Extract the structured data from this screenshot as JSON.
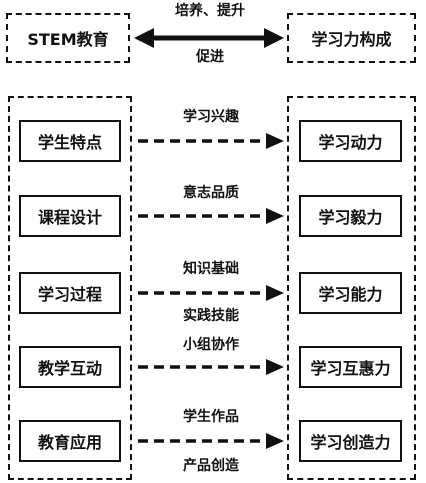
{
  "top": {
    "left_box": "STEM教育",
    "right_box": "学习力构成",
    "label_above": "培养、提升",
    "label_below": "促进"
  },
  "left_items": [
    "学生特点",
    "课程设计",
    "学习过程",
    "教学互动",
    "教育应用"
  ],
  "right_items": [
    "学习动力",
    "学习毅力",
    "学习能力",
    "学习互惠力",
    "学习创造力"
  ],
  "arrow_labels": [
    {
      "above": "学习兴趣",
      "below": ""
    },
    {
      "above": "意志品质",
      "below": ""
    },
    {
      "above": "知识基础",
      "below": "实践技能"
    },
    {
      "above": "小组协作",
      "below": ""
    },
    {
      "above": "学生作品",
      "below": "产品创造"
    }
  ]
}
